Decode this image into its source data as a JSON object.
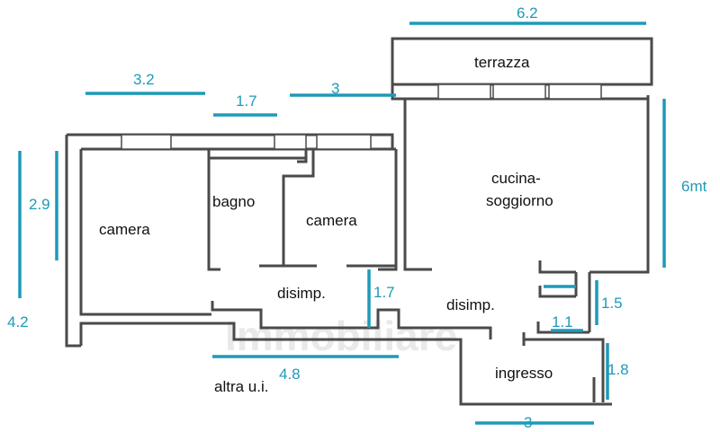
{
  "rooms": {
    "terrazza": "terrazza",
    "camera_left": "camera",
    "bagno": "bagno",
    "camera_mid": "camera",
    "cucina_line1": "cucina-",
    "cucina_line2": "soggiorno",
    "disimp_left": "disimp.",
    "disimp_right": "disimp.",
    "ingresso": "ingresso",
    "altra_ui": "altra u.i."
  },
  "dimensions": {
    "terrazza_width": "6.2",
    "camera_left_width": "3.2",
    "bagno_width": "1.7",
    "camera_mid_width": "3",
    "kitchen_height": "6mt",
    "camera_left_height": "2.9",
    "total_left_height": "4.2",
    "disimp_height": "1.7",
    "hall_width": "4.8",
    "closet_height": "1.5",
    "closet_width": "1.1",
    "ingresso_height": "1.8",
    "ingresso_width": "3"
  },
  "colors": {
    "dimension": "#1e9ab8",
    "wall": "#4a4a4a",
    "label": "#111111"
  }
}
